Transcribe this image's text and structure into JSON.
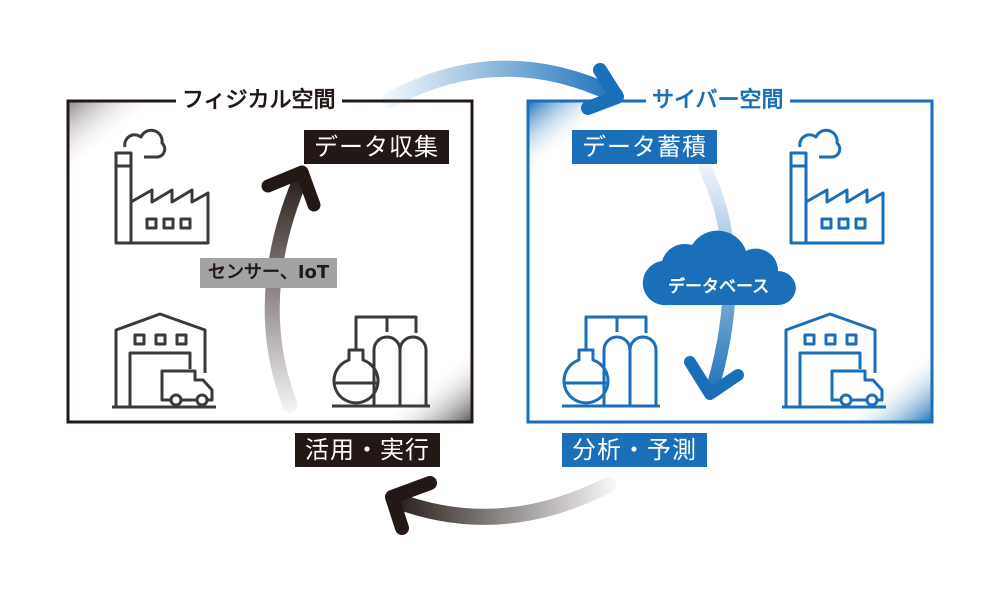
{
  "physical_space": {
    "title": "フィジカル空間",
    "icons": [
      "factory-icon",
      "warehouse-truck-icon",
      "chemical-plant-icon"
    ],
    "labels": {
      "data_collection": "データ収集",
      "sensor_iot": "センサー、IoT",
      "utilization": "活用・実行"
    },
    "color": "#231815"
  },
  "cyber_space": {
    "title": "サイバー空間",
    "icons": [
      "factory-icon",
      "warehouse-truck-icon",
      "chemical-plant-icon",
      "cloud-database-icon"
    ],
    "labels": {
      "data_accumulation": "データ蓄積",
      "database": "データベース",
      "analysis": "分析・予測"
    },
    "color": "#1a6fb8"
  },
  "flow": [
    "センサー、IoT",
    "データ収集",
    "データ蓄積",
    "データベース",
    "分析・予測",
    "活用・実行"
  ]
}
